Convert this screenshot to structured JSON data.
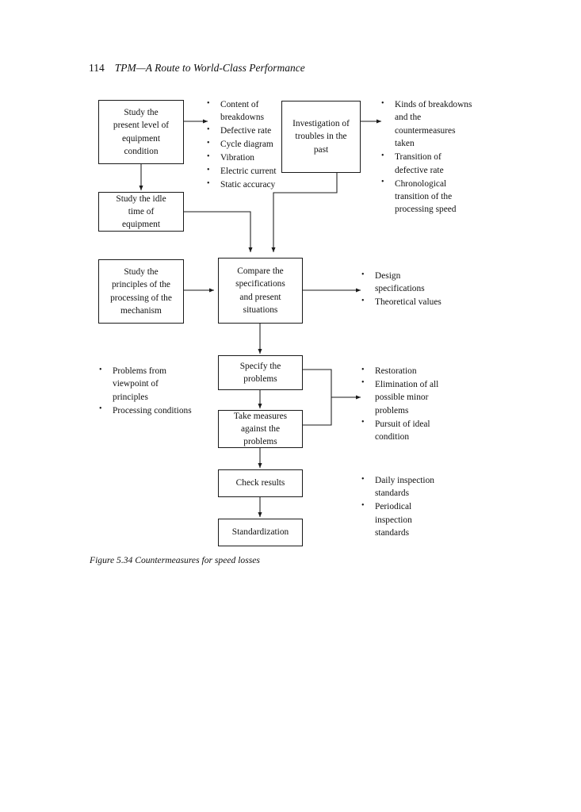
{
  "page": {
    "folio": "114",
    "running_title": "TPM—A Route to World-Class Performance"
  },
  "figure": {
    "caption": "Figure 5.34 Countermeasures for speed losses",
    "nodes": {
      "study_present_level": "Study the\npresent level of\nequipment\ncondition",
      "investigation_past": "Investigation of\ntroubles in the\npast",
      "study_idle_time": "Study the idle\ntime of\nequipment",
      "study_principles": "Study the\nprinciples of the\nprocessing of the\nmechanism",
      "compare_specs": "Compare the\nspecifications\nand present\nsituations",
      "specify_problems": "Specify the\nproblems",
      "take_measures": "Take measures\nagainst the\nproblems",
      "check_results": "Check results",
      "standardization": "Standardization"
    },
    "bullet_lists": {
      "breakdown_items": [
        "Content of\nbreakdowns",
        "Defective rate",
        "Cycle diagram",
        "Vibration",
        "Electric current",
        "Static accuracy"
      ],
      "past_trouble_items": [
        "Kinds of breakdowns\nand the\ncountermeasures\ntaken",
        "Transition of\ndefective rate",
        "Chronological\ntransition of the\nprocessing speed"
      ],
      "design_items": [
        "Design\nspecifications",
        "Theoretical values"
      ],
      "principle_problem_items": [
        "Problems from\nviewpoint of\nprinciples",
        "Processing conditions"
      ],
      "restoration_items": [
        "Restoration",
        "Elimination of all\npossible minor\nproblems",
        "Pursuit of ideal\ncondition"
      ],
      "inspection_items": [
        "Daily inspection\nstandards",
        "Periodical\ninspection\nstandards"
      ]
    }
  }
}
